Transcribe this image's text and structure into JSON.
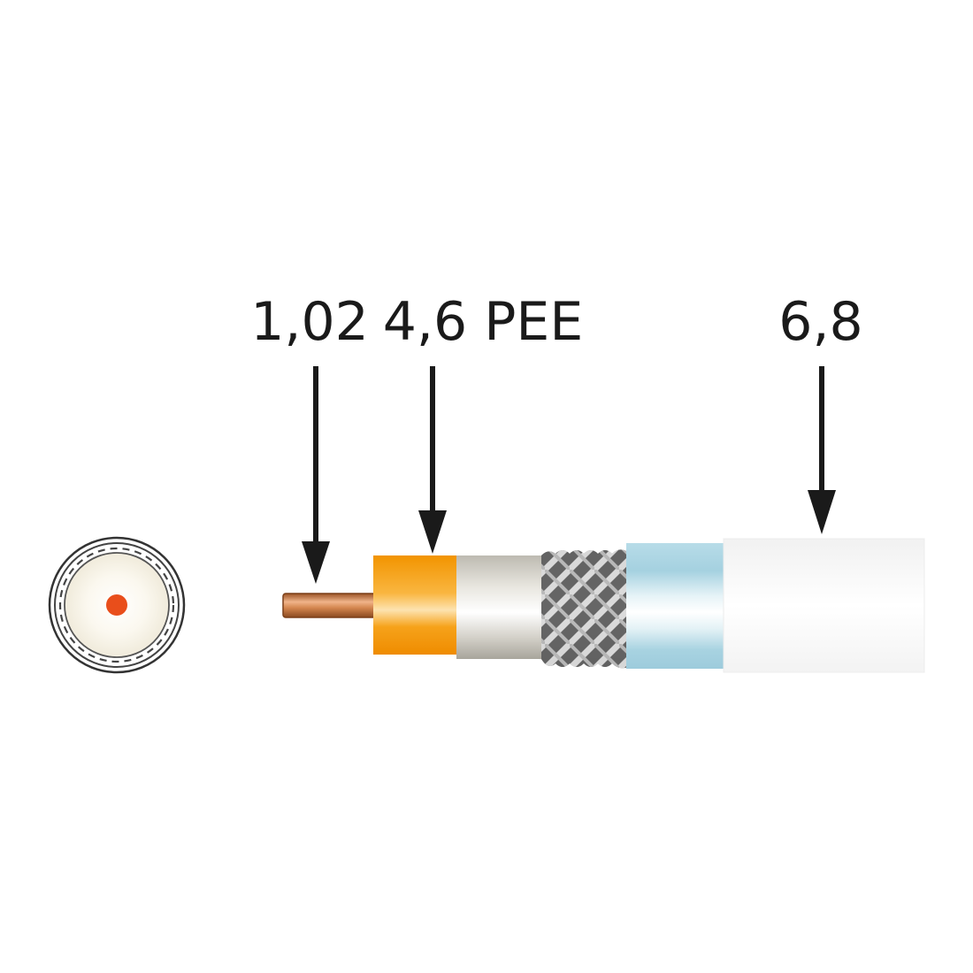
{
  "labels": {
    "conductor": "1,02",
    "dielectric": "4,6 PEE",
    "jacket": "6,8"
  },
  "colors": {
    "copper": "#c8743c",
    "dielectric_orange": "#f29400",
    "foil_silver": "#c9c7bf",
    "braid_dark": "#6d6d6d",
    "braid_light": "#d8d8d8",
    "inner_jacket_blue": "#a9d3e1",
    "outer_jacket_white": "#ffffff",
    "center_dot": "#e94e1b",
    "arrow": "#1a1a1a"
  }
}
